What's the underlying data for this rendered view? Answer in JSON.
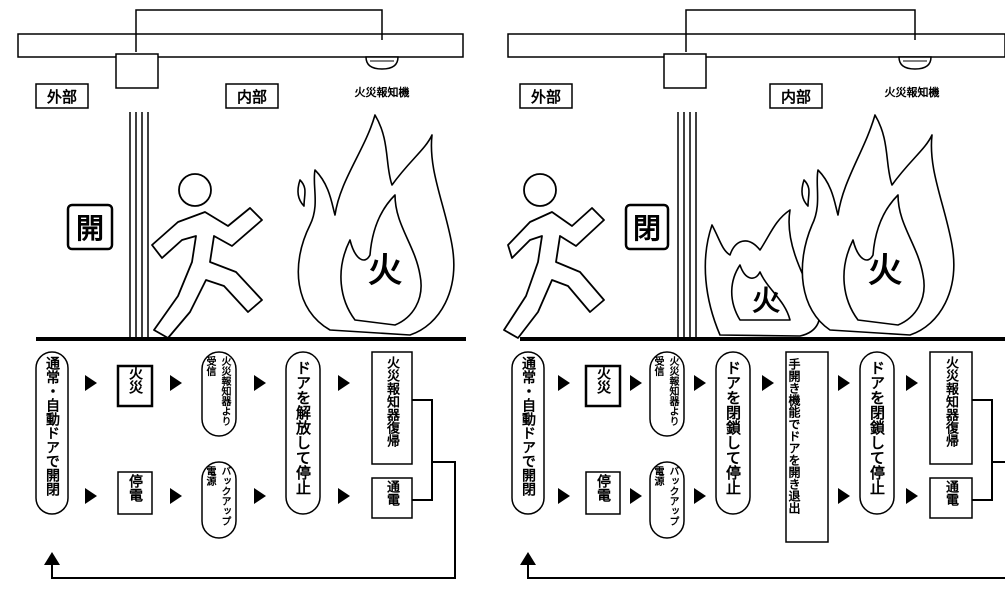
{
  "colors": {
    "ink": "#000000",
    "paper": "#ffffff"
  },
  "left_panel": {
    "label_outside": "外部",
    "label_inside": "内部",
    "detector_label": "火災報知機",
    "door_state": "開",
    "fire_label": "火",
    "flow": {
      "start": "通常・自動ドアで開閉",
      "top": [
        "火災",
        "火災報知器より受信",
        "ドアを解放して停止",
        "火災報知器復帰"
      ],
      "bottom": [
        "停電",
        "バックアップ電源",
        "ドアを解放して停止",
        "通電"
      ]
    }
  },
  "right_panel": {
    "label_outside": "外部",
    "label_inside": "内部",
    "detector_label": "火災報知機",
    "door_state": "閉",
    "fire_label_main": "火",
    "fire_label_small": "火",
    "flow": {
      "start": "通常・自動ドアで開閉",
      "top": [
        "火災",
        "火災報知器より受信",
        "ドアを閉鎖して停止",
        "火災報知器復帰"
      ],
      "middle": "手開き機能でドアを開き退出",
      "after_middle": "ドアを閉鎖して停止",
      "bottom": [
        "停電",
        "バックアップ電源",
        "ドアを閉鎖して停止",
        "通電"
      ]
    }
  },
  "icons": [
    "smoke-detector-icon",
    "running-person-icon",
    "flame-icon",
    "arrow-right-icon",
    "arrow-up-icon"
  ]
}
